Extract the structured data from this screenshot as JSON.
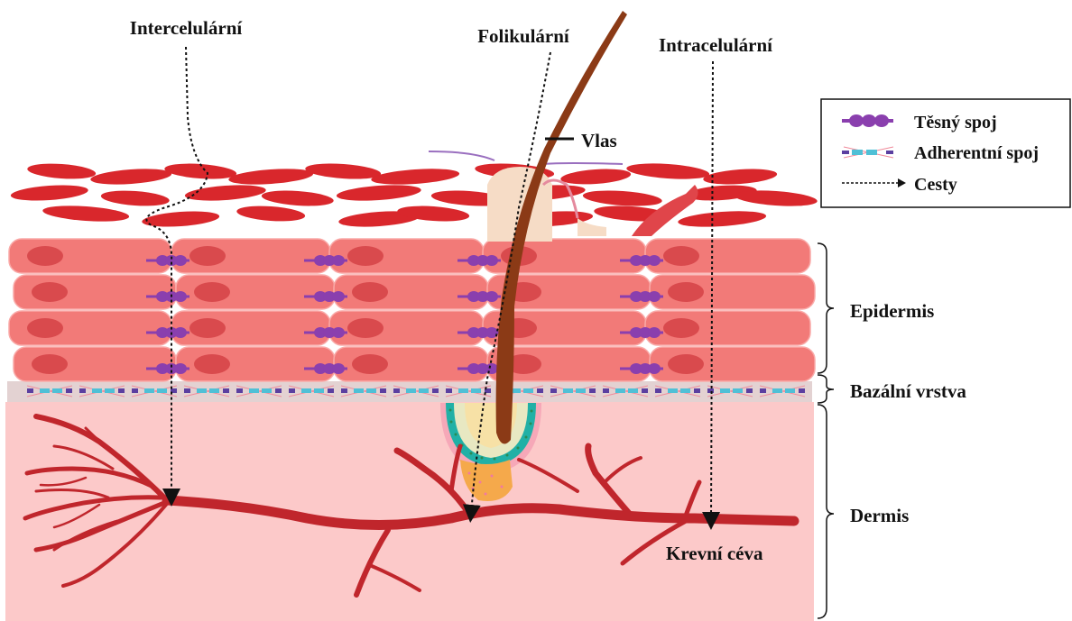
{
  "pathways": {
    "intercellular": "Intercelulární",
    "follicular": "Folikulární",
    "intracellular": "Intracelulární"
  },
  "hair_label": "Vlas",
  "legend": {
    "tight_junction": "Těsný spoj",
    "adherens_junction": "Adherentní spoj",
    "pathways": "Cesty"
  },
  "layers": {
    "epidermis": "Epidermis",
    "basal_layer": "Bazální vrstva",
    "dermis": "Dermis"
  },
  "vessel_label": "Krevní céva",
  "colors": {
    "stratum_corneum": "#d9272c",
    "cell_fill": "#f27a78",
    "cell_nucleus": "#d94a4d",
    "dermis": "#fcc9c9",
    "basal": "#e0cfcf",
    "vessel": "#c0262c",
    "hair": "#8b3a16",
    "tight_junction": "#8a3fae",
    "adherens_junction": "#4fc0d6"
  }
}
